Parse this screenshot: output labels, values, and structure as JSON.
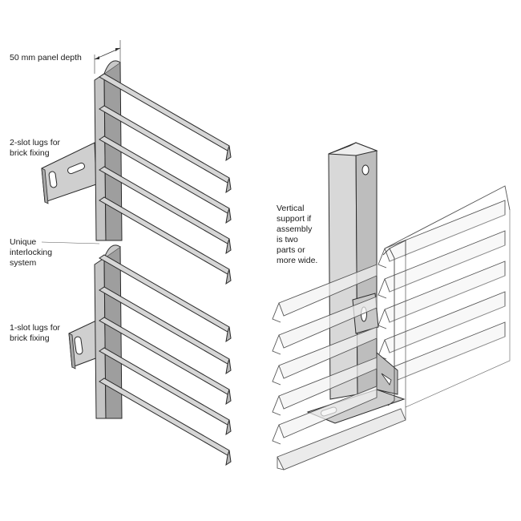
{
  "labels": {
    "panel_depth": "50 mm panel depth",
    "two_slot_line1": "2-slot lugs for",
    "two_slot_line2": "brick fixing",
    "interlock_line1": "Unique",
    "interlock_line2": "interlocking",
    "interlock_line3": "system",
    "one_slot_line1": "1-slot lugs for",
    "one_slot_line2": "brick fixing",
    "vertical_line1": "Vertical",
    "vertical_line2": "support if",
    "vertical_line3": "assembly",
    "vertical_line4": "is two",
    "vertical_line5": "parts or",
    "vertical_line6": "more wide."
  },
  "colors": {
    "metal_fill": "#cfcfcf",
    "metal_light": "#e4e4e4",
    "metal_dark": "#9a9a9a",
    "outline": "#2a2a2a",
    "glass": "#f4f4f4"
  }
}
